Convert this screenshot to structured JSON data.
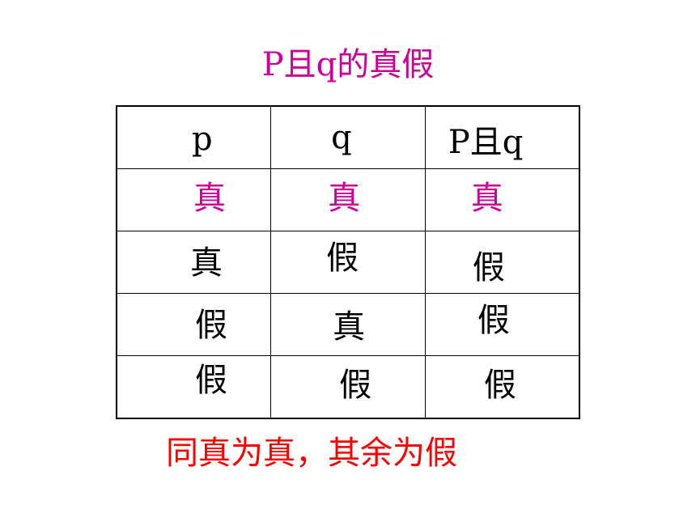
{
  "title": "P且q的真假",
  "table": {
    "headers": [
      "p",
      "q",
      "P且q"
    ],
    "rows": [
      [
        "真",
        "真",
        "真"
      ],
      [
        "真",
        "假",
        "假"
      ],
      [
        "假",
        "真",
        "假"
      ],
      [
        "假",
        "假",
        "假"
      ]
    ]
  },
  "conclusion": "同真为真，其余为假",
  "colors": {
    "title": "#cc0099",
    "highlight_row": "#cc0099",
    "conclusion": "#ff0000",
    "text": "#000000"
  }
}
